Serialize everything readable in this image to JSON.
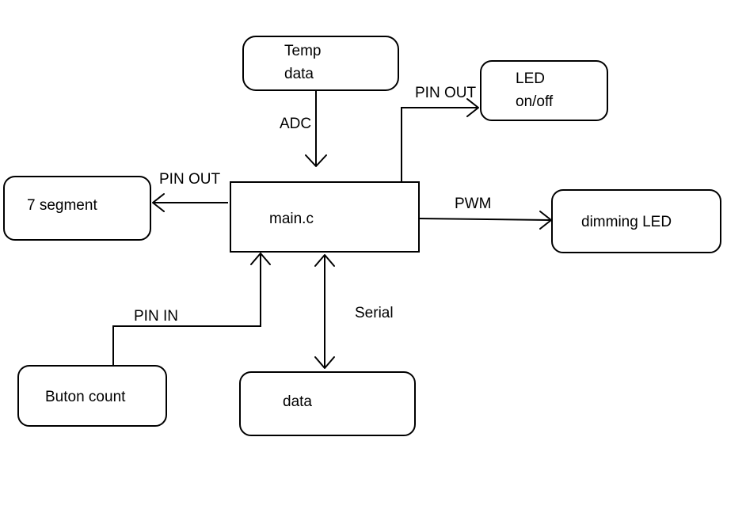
{
  "nodes": {
    "temp": {
      "line1": "Temp",
      "line2": "data"
    },
    "led": {
      "line1": "LED",
      "line2": "on/off"
    },
    "segment": {
      "label": "7 segment"
    },
    "main": {
      "label": "main.c"
    },
    "dimming": {
      "label": "dimming LED"
    },
    "button": {
      "label": "Buton count"
    },
    "data": {
      "label": "data"
    }
  },
  "edges": {
    "adc": "ADC",
    "pin_out_led": "PIN OUT",
    "pin_out_segment": "PIN OUT",
    "pwm": "PWM",
    "pin_in": "PIN IN",
    "serial": "Serial"
  }
}
